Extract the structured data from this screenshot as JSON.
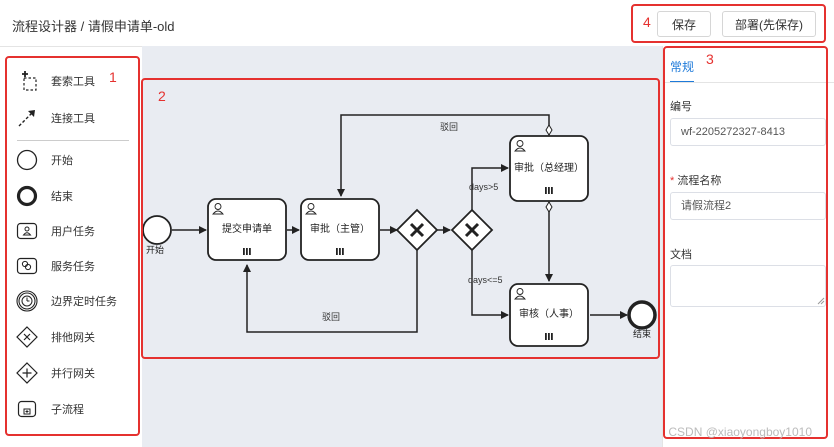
{
  "header": {
    "title": "流程设计器 / 请假申请单-old",
    "save_label": "保存",
    "deploy_label": "部署(先保存)"
  },
  "palette": {
    "items": [
      {
        "label": "套索工具",
        "icon": "lasso-icon"
      },
      {
        "label": "连接工具",
        "icon": "connect-icon"
      },
      {
        "label": "开始",
        "icon": "start-event-icon"
      },
      {
        "label": "结束",
        "icon": "end-event-icon"
      },
      {
        "label": "用户任务",
        "icon": "user-task-icon"
      },
      {
        "label": "服务任务",
        "icon": "service-task-icon"
      },
      {
        "label": "边界定时任务",
        "icon": "timer-boundary-icon"
      },
      {
        "label": "排他网关",
        "icon": "exclusive-gateway-icon"
      },
      {
        "label": "并行网关",
        "icon": "parallel-gateway-icon"
      },
      {
        "label": "子流程",
        "icon": "subprocess-icon"
      }
    ]
  },
  "annotations": [
    "1",
    "2",
    "3",
    "4"
  ],
  "diagram": {
    "start_label": "开始",
    "end_label": "结束",
    "tasks": {
      "submit": "提交申请单",
      "supervisor": "审批（主管）",
      "manager": "审批（总经理）",
      "hr": "审核（人事）"
    },
    "flows": {
      "reject_top": "驳回",
      "reject_bottom": "驳回",
      "gt5": "days>5",
      "le5": "days<=5"
    }
  },
  "properties": {
    "tab_label": "常规",
    "id_label": "编号",
    "id_value": "wf-2205272327-8413",
    "required_mark": "*",
    "name_label": "流程名称",
    "name_value": "请假流程2",
    "doc_label": "文档",
    "doc_value": ""
  },
  "watermark": "CSDN @xiaoyongboy1010",
  "colors": {
    "annotation_red": "#e5312f",
    "accent_blue": "#1e7ad9",
    "canvas_bg": "#e9ecf2"
  }
}
